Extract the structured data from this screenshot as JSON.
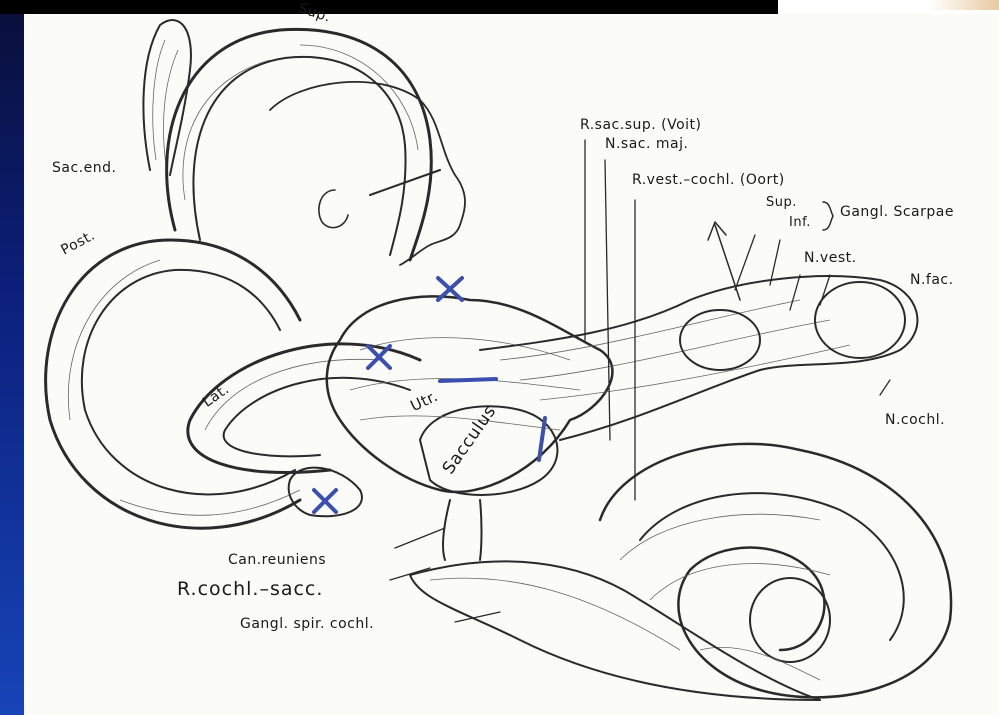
{
  "theme": {
    "slide_band_color": "#0b1f7a",
    "ink_color": "#2a2a2a",
    "marker_color": "#3a4fb0"
  },
  "labels": {
    "sup": "Sup.",
    "sac_end": "Sac.end.",
    "post": "Post.",
    "lat": "Lat.",
    "r_sac_sup": "R.sac.sup. (Voit)",
    "n_sac_maj": "N.sac. maj.",
    "r_vest_cochl": "R.vest.–cochl. (Oort)",
    "gangl_sup": "Sup.",
    "gangl_inf": "Inf.",
    "gangl_scarpae": "Gangl. Scarpae",
    "n_vest": "N.vest.",
    "n_fac": "N.fac.",
    "n_cochl": "N.cochl.",
    "utr": "Utr.",
    "sacculus": "Sacculus",
    "can_reuniens": "Can.reuniens",
    "r_cochl_sacc": "R.cochl.–sacc.",
    "gangl_spir_cochl": "Gangl. spir. cochl."
  }
}
